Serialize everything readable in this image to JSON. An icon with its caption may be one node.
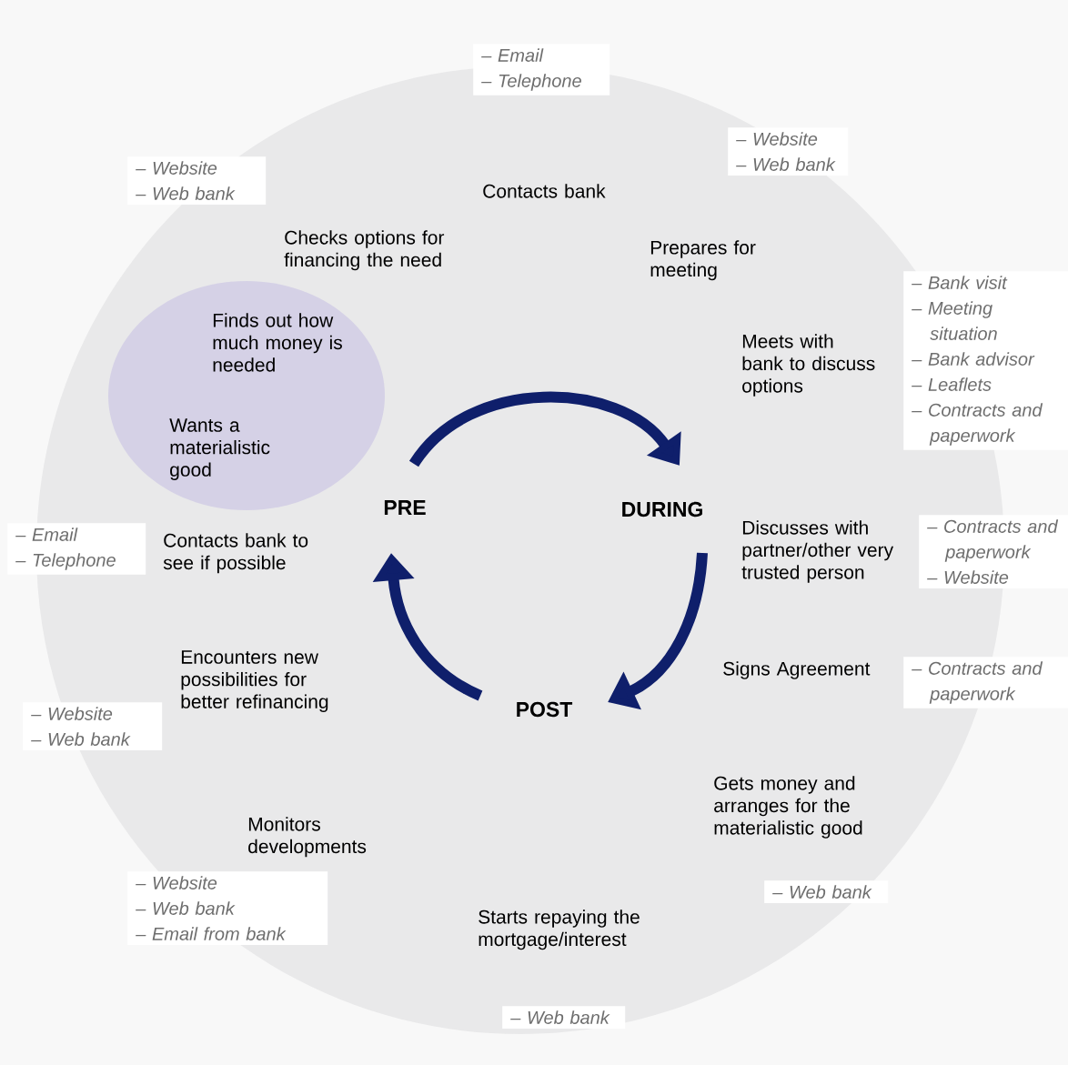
{
  "diagram": {
    "nodes": [
      {
        "text": [
          "Finds out how much money is needed",
          "Wants a materialistic good"
        ]
      },
      {
        "text": [
          "PRE"
        ]
      },
      {
        "text": [
          "DURING"
        ]
      },
      {
        "text": [
          "POST"
        ]
      }
    ],
    "edges": [
      {
        "from": 1,
        "to": 2,
        "arrow": "to"
      },
      {
        "from": 2,
        "to": 3,
        "arrow": "to"
      },
      {
        "from": 3,
        "to": 1,
        "arrow": "to"
      }
    ],
    "labels": [
      "– Email",
      "– Telephone",
      "Contacts bank",
      "– Website",
      "– Web bank",
      "– Website",
      "– Web bank",
      "Checks options for financing the need",
      "Prepares for meeting",
      "– Bank visit",
      "– Meeting situation",
      "– Bank advisor",
      "– Leaflets",
      "– Contracts and paperwork",
      "Meets with bank to discuss options",
      "– Email",
      "– Telephone",
      "Contacts bank to see if possible",
      "Discusses with partner/other very trusted person",
      "– Contracts and paperwork",
      "– Website",
      "Encounters new possibilities for better refinancing",
      "Signs Agreement",
      "– Contracts and paperwork",
      "– Website",
      "– Web bank",
      "Monitors developments",
      "Gets money and arranges for the materialistic good",
      "– Web bank",
      "– Website",
      "– Web bank",
      "– Email from bank",
      "Starts repaying the mortgage/interest",
      "– Web bank"
    ]
  }
}
